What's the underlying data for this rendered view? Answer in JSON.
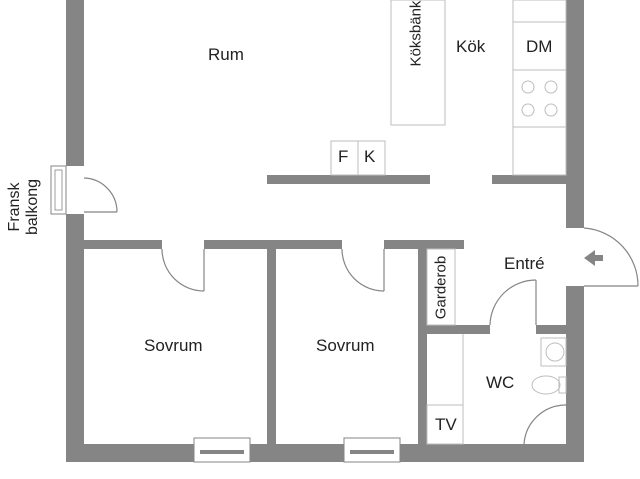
{
  "rooms": {
    "rum": "Rum",
    "kok": "Kök",
    "koksbank": "Köksbänk",
    "dm": "DM",
    "f": "F",
    "k": "K",
    "fransk_balkong_line1": "Fransk",
    "fransk_balkong_line2": "balkong",
    "entre": "Entré",
    "garderob": "Garderob",
    "sovrum_1": "Sovrum",
    "sovrum_2": "Sovrum",
    "wc": "WC",
    "tv": "TV"
  },
  "colors": {
    "wall": "#858585",
    "fixture": "#bdbdbd",
    "text": "#222222",
    "background": "#ffffff"
  }
}
